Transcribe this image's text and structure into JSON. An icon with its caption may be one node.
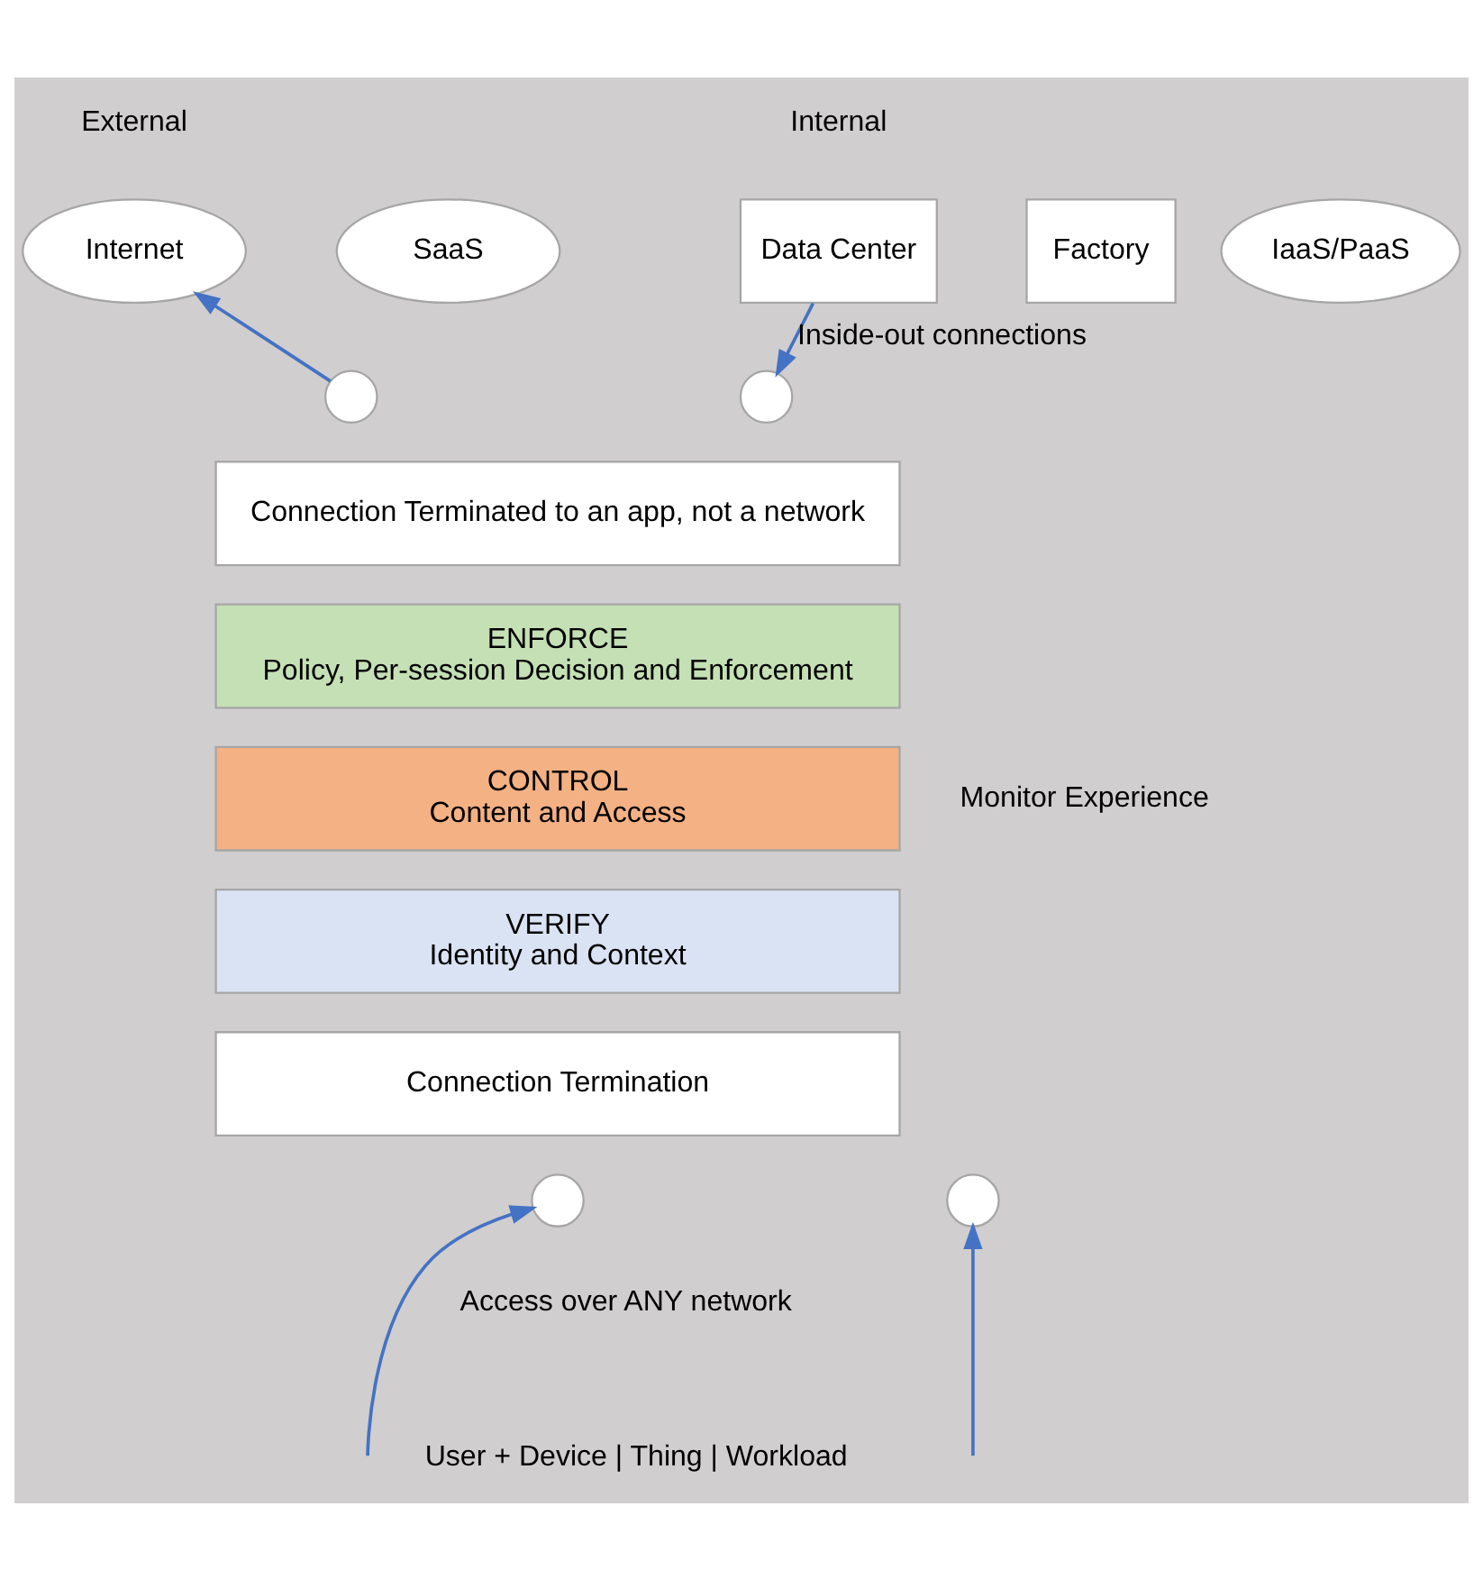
{
  "diagram": {
    "nodes": [
      {
        "text": [
          "Internet"
        ]
      },
      {
        "text": [
          "SaaS"
        ]
      },
      {
        "text": [
          "Data Center"
        ]
      },
      {
        "text": [
          "Factory"
        ]
      },
      {
        "text": [
          "IaaS/PaaS"
        ]
      },
      {
        "text": [],
        "shape": "circle"
      },
      {
        "text": [],
        "shape": "circle"
      },
      {
        "text": [
          "Connection Terminated to an app, not a network"
        ]
      },
      {
        "text": [
          "ENFORCE",
          "Policy, Per-session Decision and Enforcement"
        ]
      },
      {
        "text": [
          "CONTROL",
          "Content and Access"
        ]
      },
      {
        "text": [
          "VERIFY",
          "Identity and Context"
        ]
      },
      {
        "text": [
          "Connection Termination"
        ]
      },
      {
        "text": [],
        "shape": "circle"
      },
      {
        "text": [],
        "shape": "circle"
      }
    ],
    "edges": [
      {
        "from": 5,
        "to": 0,
        "arrow": "to"
      },
      {
        "from": 2,
        "to": 6,
        "arrow": "to",
        "label": "Inside-out connections"
      },
      {
        "from": null,
        "to": 12,
        "arrow": "to"
      },
      {
        "from": null,
        "to": 13,
        "arrow": "to"
      }
    ],
    "labels": [
      "External",
      "Internal",
      "Monitor Experience",
      "Access over ANY network",
      "User + Device | Thing | Workload"
    ]
  }
}
